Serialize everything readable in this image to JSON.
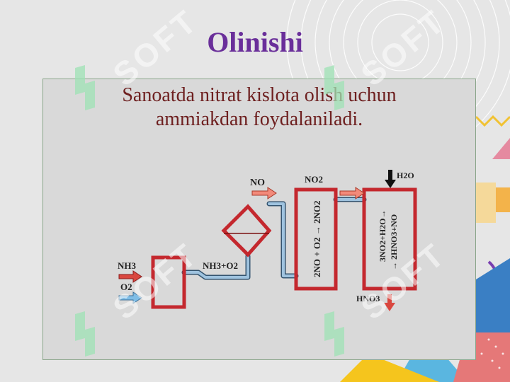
{
  "slide": {
    "title": "Olinishi",
    "subtitle_lines": [
      "Sanoatda nitrat kislota olish uchun",
      "ammiakdan foydalaniladi."
    ]
  },
  "scheme": {
    "inputs": {
      "nh3": "NH3",
      "o2": "O2"
    },
    "mix_label": "NH3+O2",
    "no_label": "NO",
    "no2_label": "NO2",
    "water_label": "H2O",
    "product_label": "HNO3",
    "reaction1": "2NO + O2 → 2NO2",
    "reaction2_line1": "3NO2+H2O→",
    "reaction2_line2": "→ 2HNO3+NO"
  },
  "watermark": {
    "text": "SOFT"
  },
  "footer": {
    "text": ""
  },
  "colors": {
    "title": "#6a2f9a",
    "subtitle": "#6e2020",
    "apparatus": "#c4282e",
    "pipe": "#7fa7c9",
    "arrow_red": "#d9473f",
    "arrow_blue": "#5aa7d6",
    "watermark_green": "#9fe3b5"
  }
}
